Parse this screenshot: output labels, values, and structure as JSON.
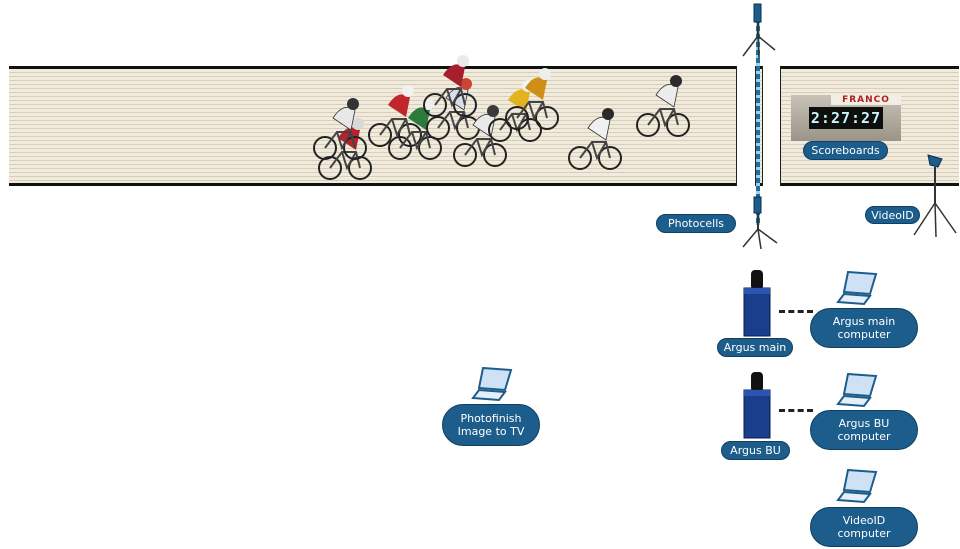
{
  "labels": {
    "scoreboards": "Scoreboards",
    "photocells": "Photocells",
    "videoid": "VideoID",
    "argus_main": "Argus main",
    "argus_main_computer": "Argus main\ncomputer",
    "argus_bu": "Argus BU",
    "argus_bu_computer": "Argus BU\ncomputer",
    "videoid_computer": "VideoID\ncomputer",
    "photofinish_tv": "Photofinish\nImage to TV"
  },
  "scoreboard": {
    "time": "2:27:27",
    "banner_text": "FRANCO"
  },
  "icons": {
    "laptop": "laptop-icon",
    "camera": "camera-icon",
    "tripod": "tripod-icon",
    "cyclist": "cyclist-icon"
  },
  "colors": {
    "pill_fill": "#1c5d8c",
    "pill_text": "#ffffff",
    "track_fill": "#f0ebdd",
    "beam": "#1f6f9a"
  }
}
